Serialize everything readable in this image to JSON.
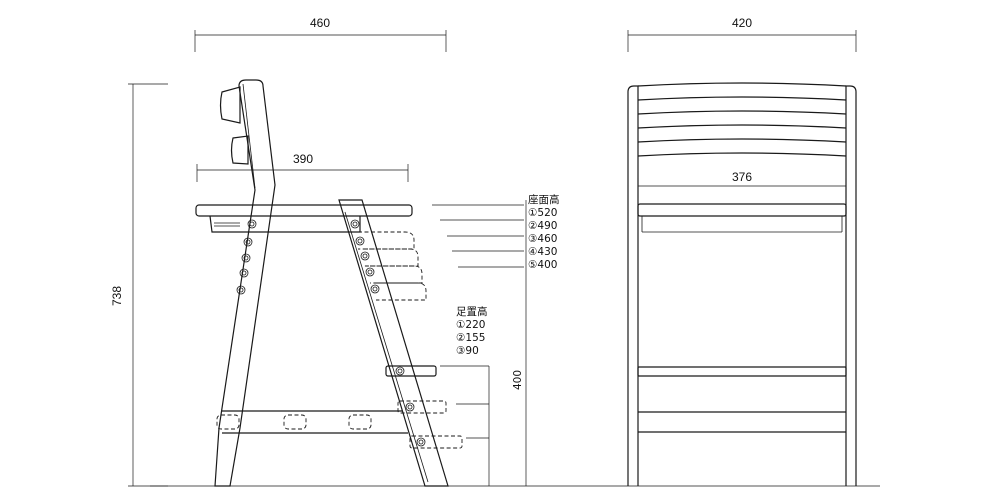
{
  "side_view": {
    "width_top": "460",
    "height_total": "738",
    "seat_depth": "390",
    "seat_height_title": "座面高",
    "seat_heights": [
      "①520",
      "②490",
      "③460",
      "④430",
      "⑤400"
    ],
    "foot_height_title": "足置高",
    "foot_heights": [
      "①220",
      "②155",
      "③90"
    ],
    "footrest_dim": "400"
  },
  "front_view": {
    "width_top": "420",
    "seat_width": "376"
  }
}
